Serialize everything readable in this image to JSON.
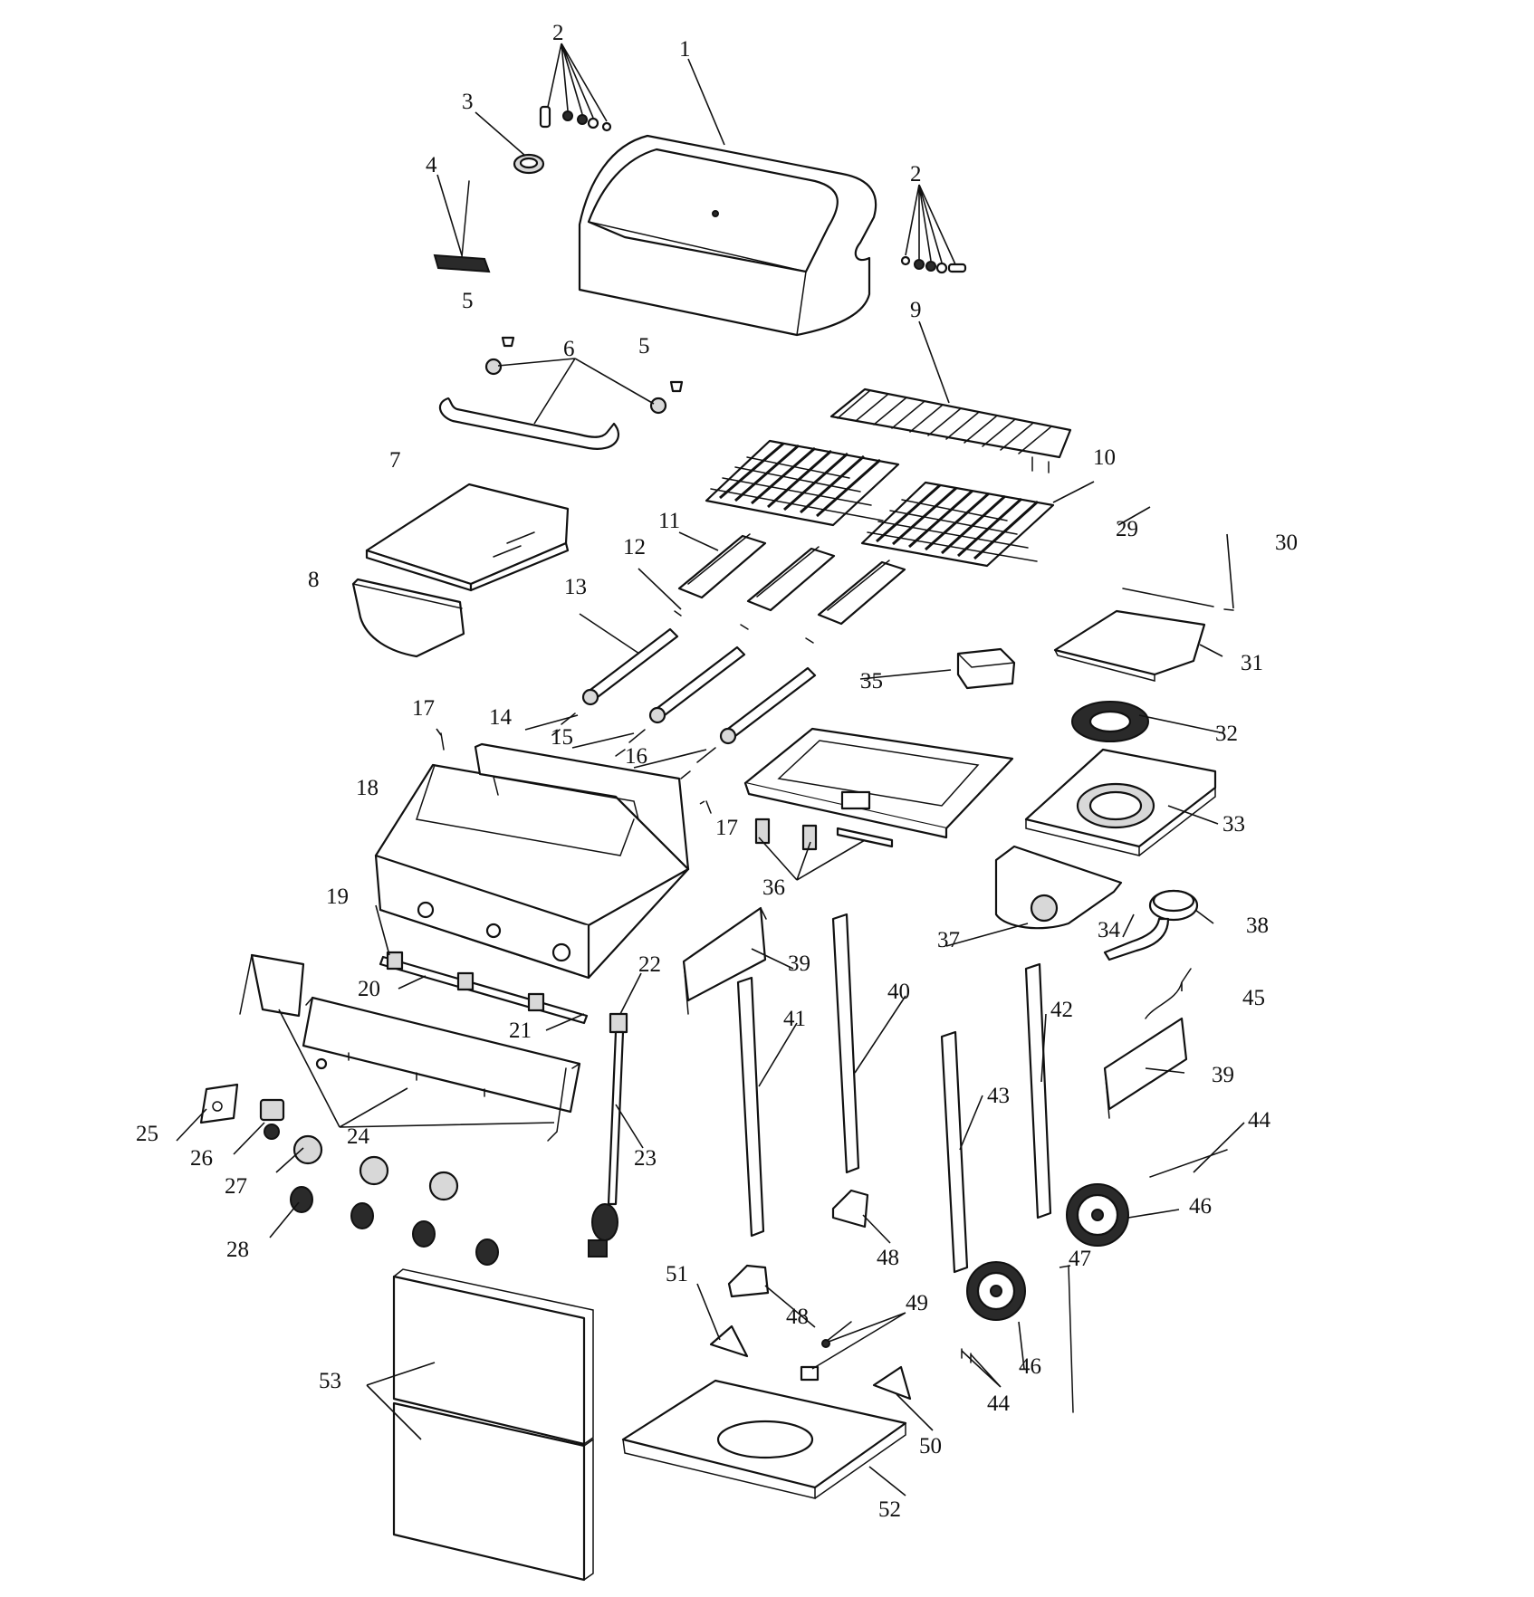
{
  "labels": [
    {
      "id": "l1",
      "text": "1"
    },
    {
      "id": "l2a",
      "text": "2"
    },
    {
      "id": "l2b",
      "text": "2"
    },
    {
      "id": "l3",
      "text": "3"
    },
    {
      "id": "l4",
      "text": "4"
    },
    {
      "id": "l5a",
      "text": "5"
    },
    {
      "id": "l5b",
      "text": "5"
    },
    {
      "id": "l6",
      "text": "6"
    },
    {
      "id": "l7",
      "text": "7"
    },
    {
      "id": "l8",
      "text": "8"
    },
    {
      "id": "l9",
      "text": "9"
    },
    {
      "id": "l10",
      "text": "10"
    },
    {
      "id": "l11",
      "text": "11"
    },
    {
      "id": "l12",
      "text": "12"
    },
    {
      "id": "l13",
      "text": "13"
    },
    {
      "id": "l14",
      "text": "14"
    },
    {
      "id": "l15",
      "text": "15"
    },
    {
      "id": "l16",
      "text": "16"
    },
    {
      "id": "l17a",
      "text": "17"
    },
    {
      "id": "l17b",
      "text": "17"
    },
    {
      "id": "l18",
      "text": "18"
    },
    {
      "id": "l19",
      "text": "19"
    },
    {
      "id": "l20",
      "text": "20"
    },
    {
      "id": "l21",
      "text": "21"
    },
    {
      "id": "l22",
      "text": "22"
    },
    {
      "id": "l23",
      "text": "23"
    },
    {
      "id": "l24",
      "text": "24"
    },
    {
      "id": "l25",
      "text": "25"
    },
    {
      "id": "l26",
      "text": "26"
    },
    {
      "id": "l27",
      "text": "27"
    },
    {
      "id": "l28",
      "text": "28"
    },
    {
      "id": "l29",
      "text": "29"
    },
    {
      "id": "l30",
      "text": "30"
    },
    {
      "id": "l31",
      "text": "31"
    },
    {
      "id": "l32",
      "text": "32"
    },
    {
      "id": "l33",
      "text": "33"
    },
    {
      "id": "l34",
      "text": "34"
    },
    {
      "id": "l35",
      "text": "35"
    },
    {
      "id": "l36",
      "text": "36"
    },
    {
      "id": "l37",
      "text": "37"
    },
    {
      "id": "l38",
      "text": "38"
    },
    {
      "id": "l39a",
      "text": "39"
    },
    {
      "id": "l39b",
      "text": "39"
    },
    {
      "id": "l40",
      "text": "40"
    },
    {
      "id": "l41",
      "text": "41"
    },
    {
      "id": "l42",
      "text": "42"
    },
    {
      "id": "l43",
      "text": "43"
    },
    {
      "id": "l44a",
      "text": "44"
    },
    {
      "id": "l44b",
      "text": "44"
    },
    {
      "id": "l45",
      "text": "45"
    },
    {
      "id": "l46a",
      "text": "46"
    },
    {
      "id": "l46b",
      "text": "46"
    },
    {
      "id": "l47",
      "text": "47"
    },
    {
      "id": "l48a",
      "text": "48"
    },
    {
      "id": "l48b",
      "text": "48"
    },
    {
      "id": "l49",
      "text": "49"
    },
    {
      "id": "l50",
      "text": "50"
    },
    {
      "id": "l51",
      "text": "51"
    },
    {
      "id": "l52",
      "text": "52"
    },
    {
      "id": "l53",
      "text": "53"
    }
  ]
}
